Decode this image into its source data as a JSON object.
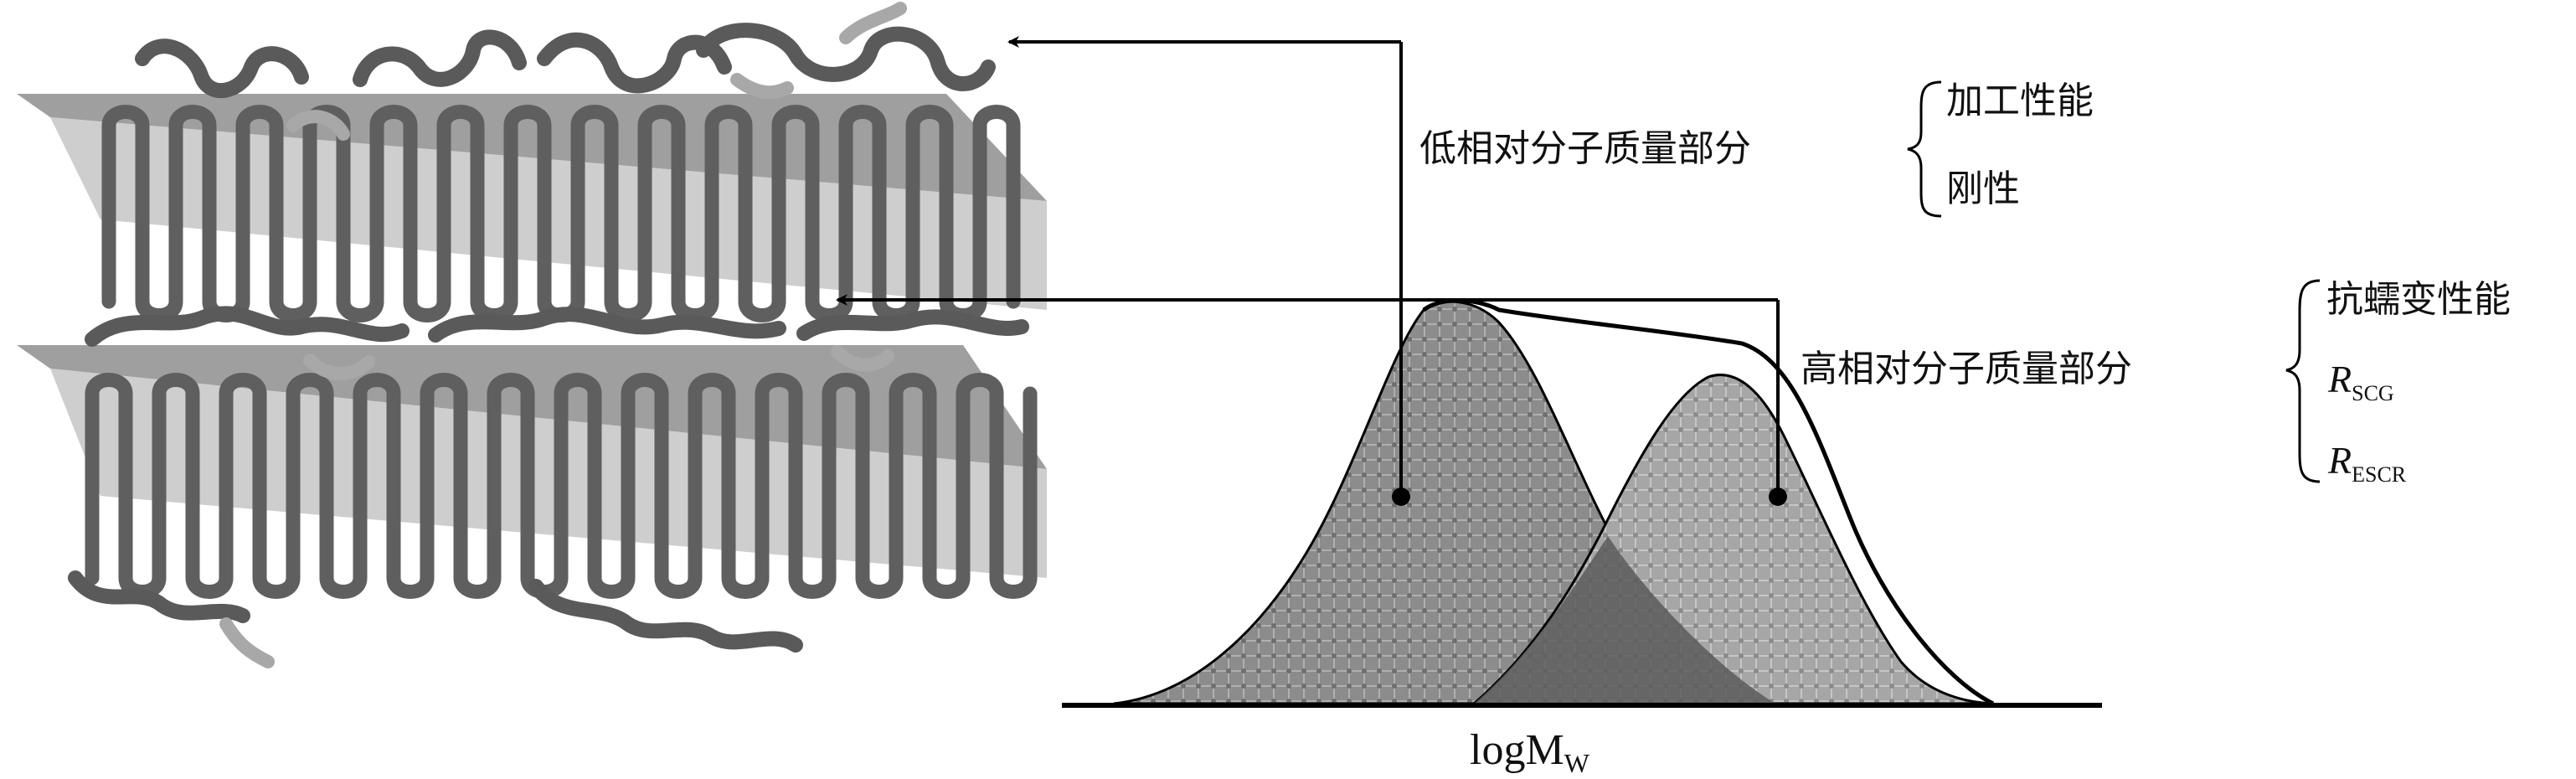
{
  "low_mw": {
    "label": "低相对分子质量部分",
    "properties": [
      "加工性能",
      "刚性"
    ]
  },
  "high_mw": {
    "label": "高相对分子质量部分",
    "properties": [
      "抗蠕变性能"
    ],
    "sub_properties": [
      {
        "letter": "R",
        "subscript": "SCG"
      },
      {
        "letter": "R",
        "subscript": "ESCR"
      }
    ]
  },
  "axis": {
    "main": "logM",
    "subscript": "W"
  },
  "colors": {
    "chain_dark": "#5a5a5a",
    "chain_light": "#a8a8a8",
    "lamella": "#8e8e8e",
    "peak_fill": "#8a8a8a",
    "overlap_fill": "#5a5a5a",
    "line": "#000000"
  }
}
